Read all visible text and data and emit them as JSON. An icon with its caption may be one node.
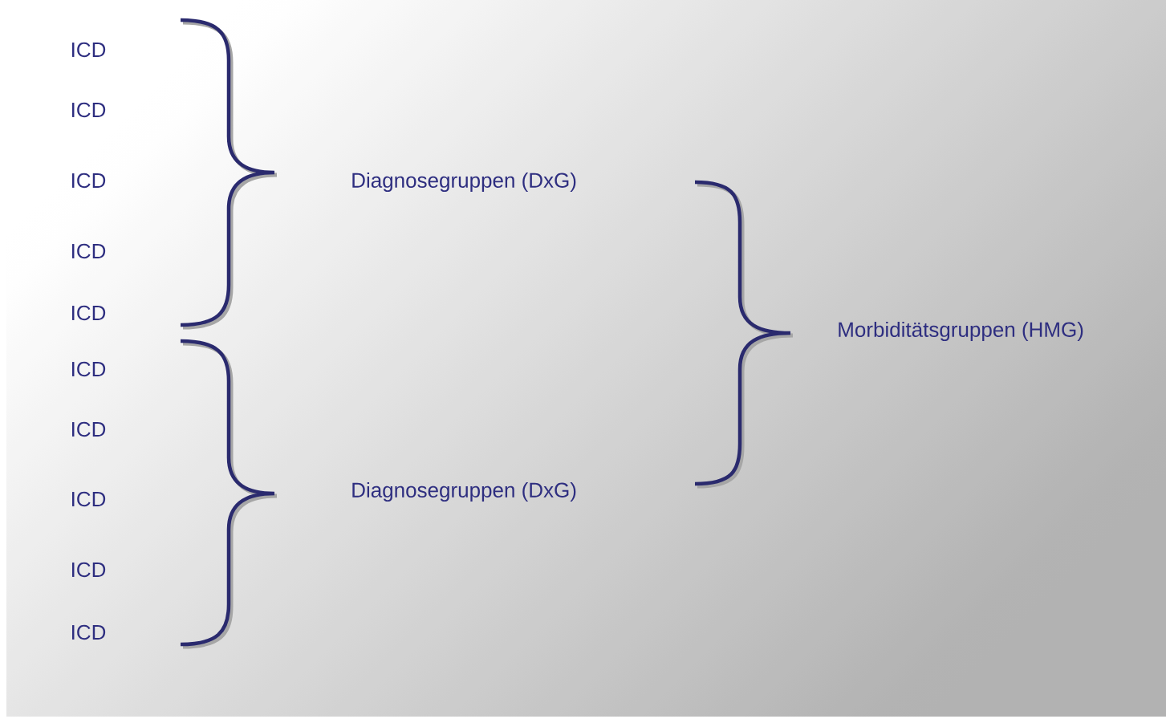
{
  "diagram": {
    "labels": [
      "ICD",
      "ICD",
      "ICD",
      "Diagnosegruppen (DxG)",
      "ICD",
      "ICD",
      "Morbiditätsgruppen (HMG)",
      "ICD",
      "ICD",
      "Diagnosegruppen (DxG)",
      "ICD",
      "ICD",
      "ICD"
    ]
  }
}
